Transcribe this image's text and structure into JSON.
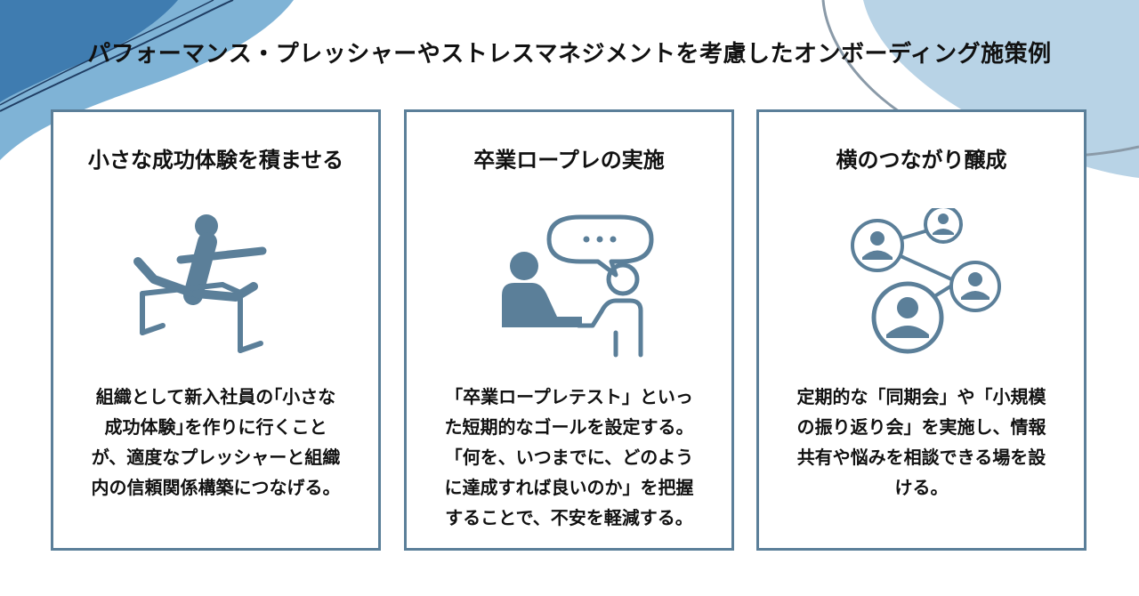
{
  "page": {
    "title": "パフォーマンス・プレッシャーやストレスマネジメントを考慮したオンボーディング施策例"
  },
  "colors": {
    "accent": "#5b7f99",
    "wave_light": "#b8d3e6",
    "wave_mid": "#7fb3d6",
    "wave_dark": "#3f7cb0",
    "text": "#111111"
  },
  "cards": [
    {
      "title": "小さな成功体験を積ませる",
      "icon": "hurdle-runner-icon",
      "body": "組織として新入社員の｢小さな\n成功体験｣を作りに行くこと\nが、適度なプレッシャーと組織\n内の信頼関係構築につなげる。"
    },
    {
      "title": "卒業ロープレの実施",
      "icon": "conversation-icon",
      "body": "「卒業ロープレテスト」といっ\nた短期的なゴールを設定する。\n「何を、いつまでに、どのよう\nに達成すれば良いのか」を把握\nすることで、不安を軽減する。"
    },
    {
      "title": "横のつながり醸成",
      "icon": "network-icon",
      "body": "定期的な「同期会」や「小規模\nの振り返り会」を実施し、情報\n共有や悩みを相談できる場を設\nける。"
    }
  ]
}
